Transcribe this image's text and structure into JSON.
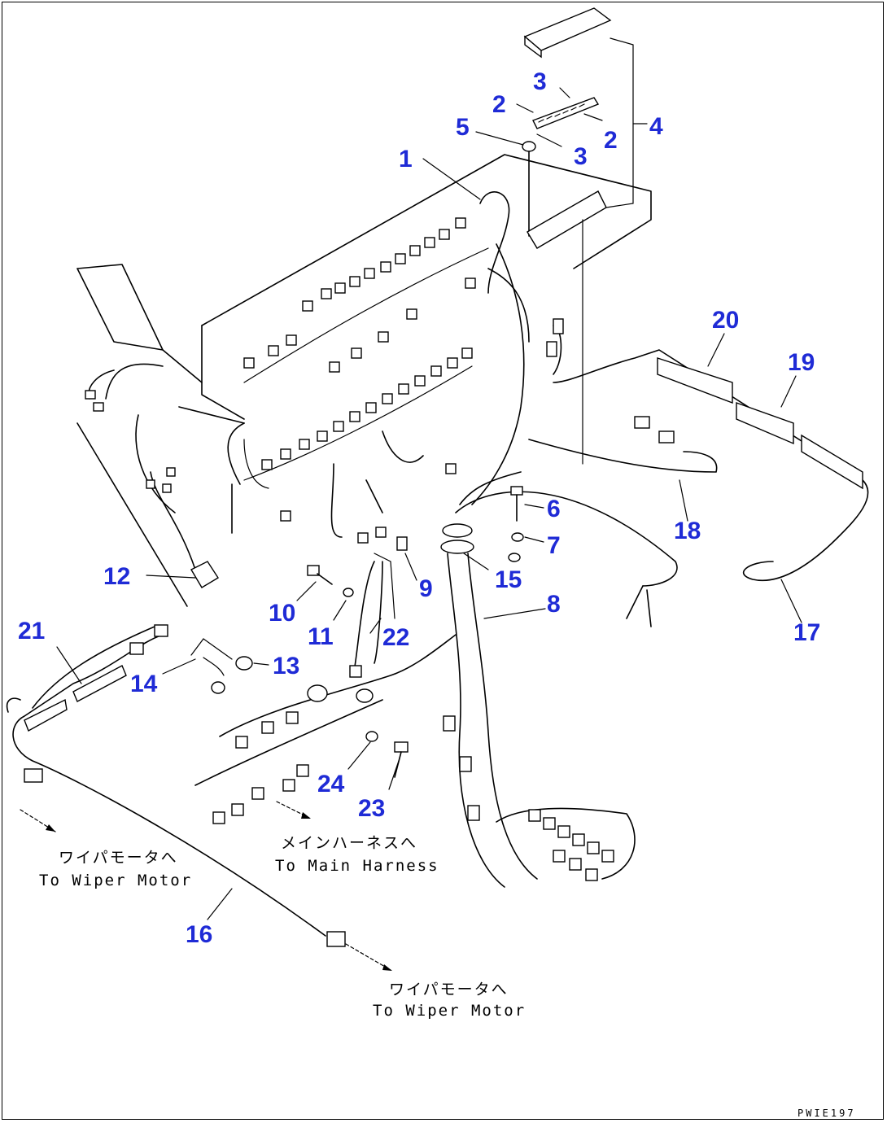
{
  "callouts": [
    {
      "label": "1"
    },
    {
      "label": "2"
    },
    {
      "label": "2"
    },
    {
      "label": "3"
    },
    {
      "label": "3"
    },
    {
      "label": "4"
    },
    {
      "label": "5"
    },
    {
      "label": "6"
    },
    {
      "label": "7"
    },
    {
      "label": "8"
    },
    {
      "label": "9"
    },
    {
      "label": "10"
    },
    {
      "label": "11"
    },
    {
      "label": "12"
    },
    {
      "label": "13"
    },
    {
      "label": "14"
    },
    {
      "label": "15"
    },
    {
      "label": "16"
    },
    {
      "label": "17"
    },
    {
      "label": "18"
    },
    {
      "label": "19"
    },
    {
      "label": "20"
    },
    {
      "label": "21"
    },
    {
      "label": "22"
    },
    {
      "label": "23"
    },
    {
      "label": "24"
    }
  ],
  "notes": {
    "wiper_motor_left_jp": "ワイパモータへ",
    "wiper_motor_left_en": "To Wiper Motor",
    "main_harness_jp": "メインハーネスへ",
    "main_harness_en": "To Main Harness",
    "wiper_motor_bottom_jp": "ワイパモータへ",
    "wiper_motor_bottom_en": "To Wiper Motor"
  },
  "drawing_code": "PWIE197",
  "callout_color": "#1f2bd6"
}
